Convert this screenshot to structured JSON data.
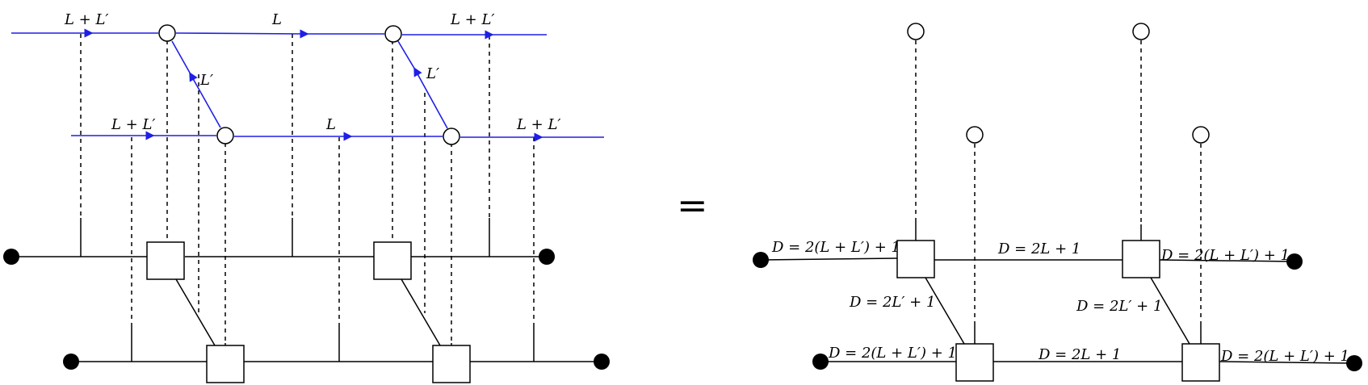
{
  "left_diagram": {
    "top_line": {
      "labels": [
        "L + L′",
        "L",
        "L + L′"
      ]
    },
    "bottom_line": {
      "labels": [
        "L + L′",
        "L",
        "L + L′"
      ]
    },
    "diagonal_labels": [
      "L′",
      "L′"
    ]
  },
  "equals_sign": "=",
  "right_diagram": {
    "top_chain": {
      "labels": [
        "D = 2(L + L′) + 1",
        "D = 2L + 1",
        "D = 2(L + L′) + 1"
      ]
    },
    "bottom_chain": {
      "labels": [
        "D = 2(L + L′) + 1",
        "D = 2L + 1",
        "D = 2(L + L′) + 1"
      ]
    },
    "diagonal_labels": [
      "D = 2L′ + 1",
      "D = 2L′ + 1"
    ]
  },
  "colors": {
    "line_blue": "#1f1fe6",
    "ink": "#000000"
  }
}
